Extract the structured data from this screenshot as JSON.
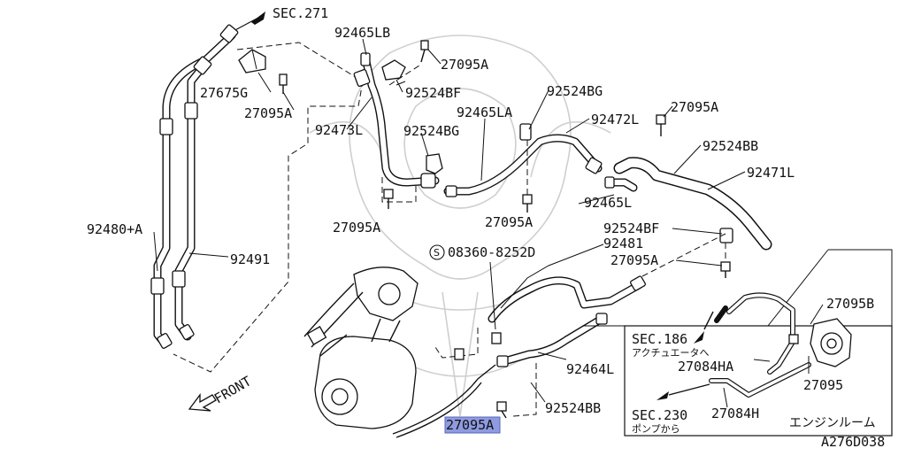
{
  "diagram_id": "A276D038",
  "labels": {
    "sec271": "SEC.271",
    "p92465LB": "92465LB",
    "p27095A_top": "27095A",
    "p27675G": "27675G",
    "p92524BF_top": "92524BF",
    "p27095A_left": "27095A",
    "p92524BG_top": "92524BG",
    "p92465LA": "92465LA",
    "p27095A_tr": "27095A",
    "p92472L": "92472L",
    "p92473L": "92473L",
    "p92524BG_mid": "92524BG",
    "p92524BB_top": "92524BB",
    "p92471L": "92471L",
    "p92465L": "92465L",
    "p27095A_mid1": "27095A",
    "p27095A_mid2": "27095A",
    "p92524BF_mid": "92524BF",
    "p92480A": "92480+A",
    "p92481": "92481",
    "p92491": "92491",
    "s_mark": "S",
    "p08360": "08360-8252D",
    "p27095A_right": "27095A",
    "p27095B": "27095B",
    "p92464L": "92464L",
    "p27084HA": "27084HA",
    "p27095_inset": "27095",
    "p92524BB_bot": "92524BB",
    "p27084H": "27084H",
    "p27095A_hl": "27095A",
    "front": "FRONT",
    "sec186": "SEC.186",
    "sec186_jp": "アクチュエータへ",
    "sec230": "SEC.230",
    "sec230_jp": "ポンプから",
    "engine_room": "エンジンルーム"
  },
  "highlight_color": "#8f9be0"
}
